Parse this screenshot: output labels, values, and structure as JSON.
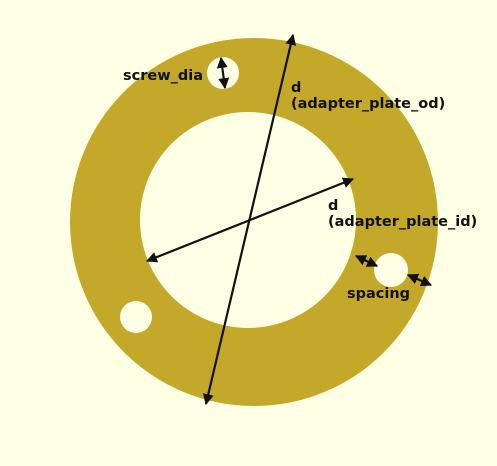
{
  "colors": {
    "background": "#FFFFE6",
    "plate_fill": "#C4A82A",
    "hole_fill": "#FFFFFF",
    "annotation": "#111111"
  },
  "labels": {
    "screw_dia": "screw_dia",
    "od_line1": "d",
    "od_line2": "(adapter_plate_od)",
    "id_line1": "d",
    "id_line2": "(adapter_plate_id)",
    "spacing": "spacing"
  }
}
